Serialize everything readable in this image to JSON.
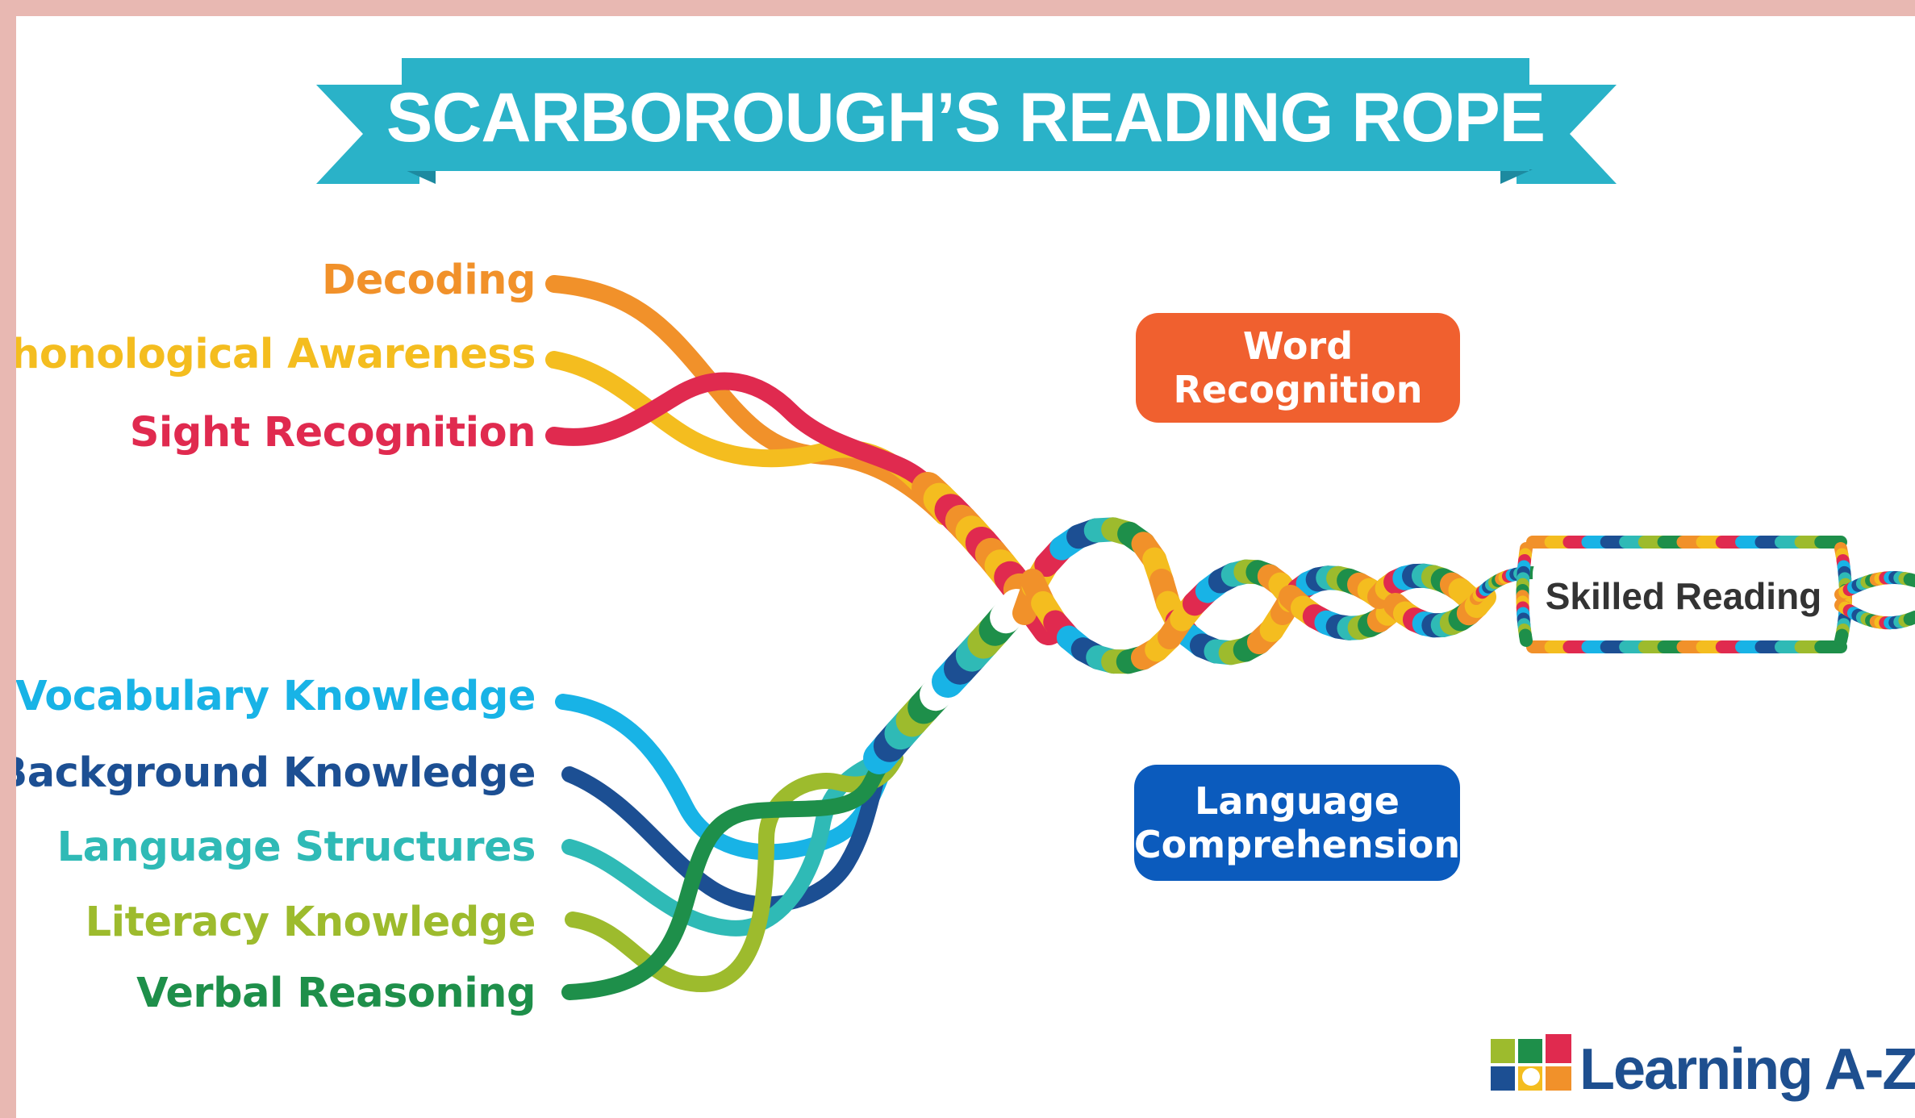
{
  "title": "SCARBOROUGH’S READING ROPE",
  "word_recognition": {
    "label_line1": "Word",
    "label_line2": "Recognition",
    "strands": [
      {
        "label": "Decoding",
        "color": "#f1912a"
      },
      {
        "label": "Phonological Awareness",
        "color": "#f4bd1f"
      },
      {
        "label": "Sight Recognition",
        "color": "#e02a4f"
      }
    ],
    "badge_color": "#f0602f"
  },
  "language_comprehension": {
    "label_line1": "Language",
    "label_line2": "Comprehension",
    "strands": [
      {
        "label": "Vocabulary Knowledge",
        "color": "#18b3e6"
      },
      {
        "label": "Background Knowledge",
        "color": "#1c4f93"
      },
      {
        "label": "Language Structures",
        "color": "#2fbab6"
      },
      {
        "label": "Literacy Knowledge",
        "color": "#9dbb2d"
      },
      {
        "label": "Verbal Reasoning",
        "color": "#1e8f4a"
      }
    ],
    "badge_color": "#0b5bbd"
  },
  "outcome": "Skilled Reading",
  "logo_text": "Learning A-Z",
  "colors": {
    "banner": "#2ab2c8",
    "banner_dark": "#1d8aa0",
    "background": "#ffffff",
    "page_border": "#e8b8b2",
    "logo_text": "#1e4f8f"
  }
}
